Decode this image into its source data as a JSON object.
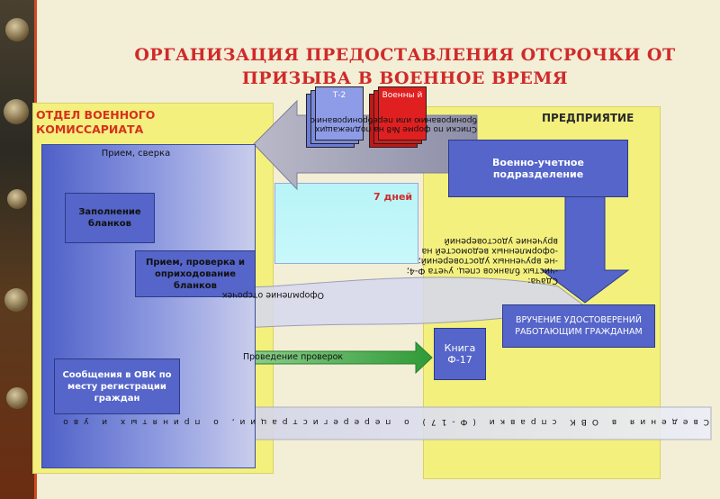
{
  "title": "ОРГАНИЗАЦИЯ ПРЕДОСТАВЛЕНИЯ ОТСРОЧКИ ОТ ПРИЗЫВА В ВОЕННОЕ ВРЕМЯ",
  "left_panel": {
    "title": "ОТДЕЛ ВОЕННОГО КОМИССАРИАТА",
    "blue_box_label": "Прием, сверка",
    "fill_forms": "Заполнение бланков",
    "receive_check": "Прием, проверка и оприходование бланков",
    "ovk_messages": "Сообщения в ОВК по месту регистрации граждан"
  },
  "right_panel": {
    "title": "ПРЕДПРИЯТИЕ",
    "military_unit": "Военно-учетное подразделение",
    "issue_certificates": "ВРУЧЕНИЕ УДОСТОВЕРЕНИЙ РАБОТАЮЩИМ ГРАЖДАНАМ",
    "book": "Книга Ф-17"
  },
  "docs": {
    "t2": "Т-2",
    "military_doc": "Военны й"
  },
  "labels": {
    "seven_days": "7 дней",
    "inspections": "Проведение проверок",
    "formalize": "Оформление отсрочек",
    "submission": "Сдача:\n-чистых бланков спец. учета Ф-4;\n-не врученных удостоверений;\n-оформленных ведомостей на\nвручение удостоверений",
    "lists_form8": "Списки по форме №8 на подлежащих бронированию или перебронированию",
    "bottom_vertical": "Сведения в ОВК справки (Ф-17) о перерегистрации, о принятых и уволенных"
  },
  "colors": {
    "title_red": "#d02a2a",
    "panel_yellow": "#f3f07e",
    "box_blue": "#5565c9",
    "arrow_green": "#3aa040",
    "doc_red": "#e02020"
  }
}
